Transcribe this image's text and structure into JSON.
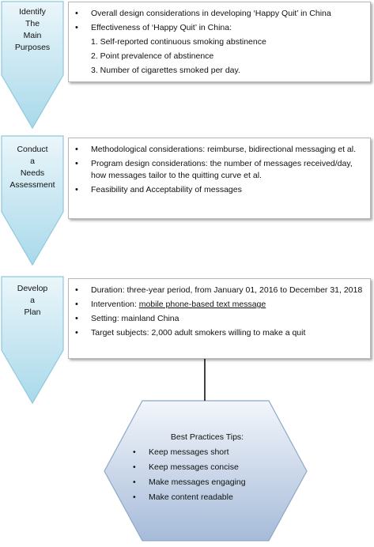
{
  "stages": [
    {
      "label_lines": [
        "Identify",
        "The",
        "Main",
        "Purposes"
      ],
      "items": [
        {
          "text": "Overall design considerations in developing ‘Happy Quit’ in China"
        },
        {
          "text": "Effectiveness of ‘Happy Quit’ in China:",
          "subitems": [
            "1. Self-reported continuous smoking abstinence",
            "2. Point prevalence of abstinence",
            "3. Number of cigarettes smoked per day."
          ]
        }
      ]
    },
    {
      "label_lines": [
        "Conduct",
        "a",
        "Needs",
        "Assessment"
      ],
      "items": [
        {
          "text": "Methodological considerations: reimburse, bidirectional messaging et al."
        },
        {
          "text": "Program design considerations: the number of messages received/day, how messages tailor to the quitting curve et al."
        },
        {
          "text": "Feasibility and Acceptability of messages"
        }
      ]
    },
    {
      "label_lines": [
        "Develop",
        "a",
        "Plan"
      ],
      "items": [
        {
          "text": "Duration: three-year period, from January 01, 2016 to December 31, 2018"
        },
        {
          "text_prefix": "Intervention: ",
          "text_underlined": "mobile phone-based text message"
        },
        {
          "text": "Setting: mainland China"
        },
        {
          "text": "Target subjects: 2,000 adult smokers willing to make a quit"
        }
      ]
    }
  ],
  "tips": {
    "title": "Best Practices Tips:",
    "items": [
      "Keep messages short",
      "Keep messages concise",
      "Make messages engaging",
      "Make content readable"
    ]
  },
  "colors": {
    "chevron_fill_top": "#eaf6fa",
    "chevron_fill_bottom": "#a9d9ea",
    "chevron_stroke": "#8ec9dd",
    "hexagon_fill_top": "#f3f6fb",
    "hexagon_fill_bottom": "#a6bbd9",
    "hexagon_stroke": "#8ea7c8"
  }
}
